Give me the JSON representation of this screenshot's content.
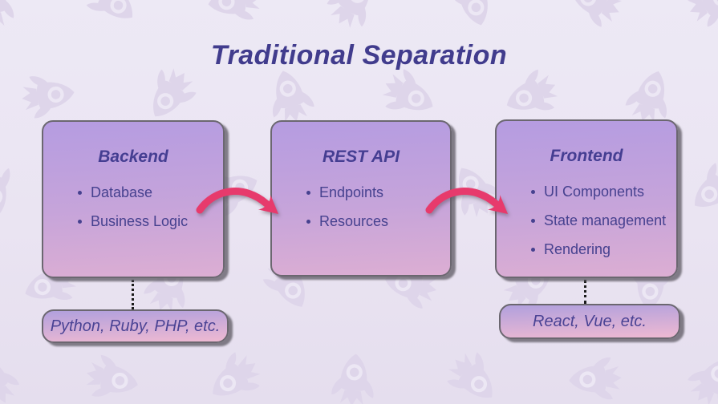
{
  "title": "Traditional Separation",
  "cards": [
    {
      "title": "Backend",
      "items": [
        "Database",
        "Business Logic"
      ]
    },
    {
      "title": "REST API",
      "items": [
        "Endpoints",
        "Resources"
      ]
    },
    {
      "title": "Frontend",
      "items": [
        "UI Components",
        "State management",
        "Rendering"
      ]
    }
  ],
  "labels": {
    "backend_tech": "Python, Ruby, PHP, etc.",
    "frontend_tech": "React, Vue, etc."
  },
  "icons": {
    "flow_arrow": "curved-arrow-icon",
    "background_pattern": "rocket-icon"
  },
  "colors": {
    "title_text": "#413c8d",
    "card_text": "#46418f",
    "card_gradient_top": "#b59ce1",
    "card_gradient_bottom": "#dcaed3",
    "card_border": "#6b6770",
    "arrow": "#e73a6c",
    "background": "#eae4f2",
    "pattern": "#ded5ea",
    "connector": "#1b1b1b"
  }
}
